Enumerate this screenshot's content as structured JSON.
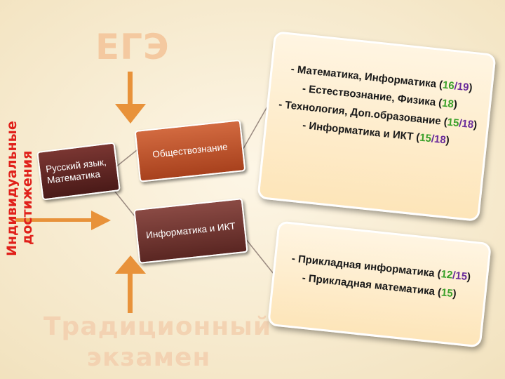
{
  "labels": {
    "ege": "ЕГЭ",
    "traditional_line1": "Традиционный",
    "traditional_line2": "экзамен",
    "individual_line1": "Индивидуальные",
    "individual_line2": "достижения"
  },
  "boxes": {
    "russian_math_line1": "Русский язык,",
    "russian_math_line2": "Математика",
    "social": "Обществознание",
    "it": "Информатика и ИКТ"
  },
  "top_panel": {
    "items": [
      {
        "text": "- Математика, Информатика (",
        "n1": "16",
        "sep": "/",
        "n2": "19",
        "end": ")"
      },
      {
        "text": "- Естествознание, Физика (",
        "n1": "18",
        "sep": "",
        "n2": "",
        "end": ")"
      },
      {
        "text": "- Технология, Доп.образование (",
        "n1": "15",
        "sep": "/",
        "n2": "18",
        "end": ")"
      },
      {
        "text": "- Информатика и ИКТ (",
        "n1": "15",
        "sep": "/",
        "n2": "18",
        "end": ")"
      }
    ]
  },
  "bottom_panel": {
    "items": [
      {
        "text": "- Прикладная информатика (",
        "n1": "12",
        "sep": "/",
        "n2": "15",
        "end": ")"
      },
      {
        "text": "- Прикладная математика (",
        "n1": "15",
        "sep": "",
        "n2": "",
        "end": ")"
      }
    ]
  },
  "colors": {
    "arrow": "#e8923a",
    "num_green": "#3aa02a",
    "num_purple": "#6a2c9a",
    "big_label": "#f4c9a0",
    "individual_label": "#e0201a"
  }
}
